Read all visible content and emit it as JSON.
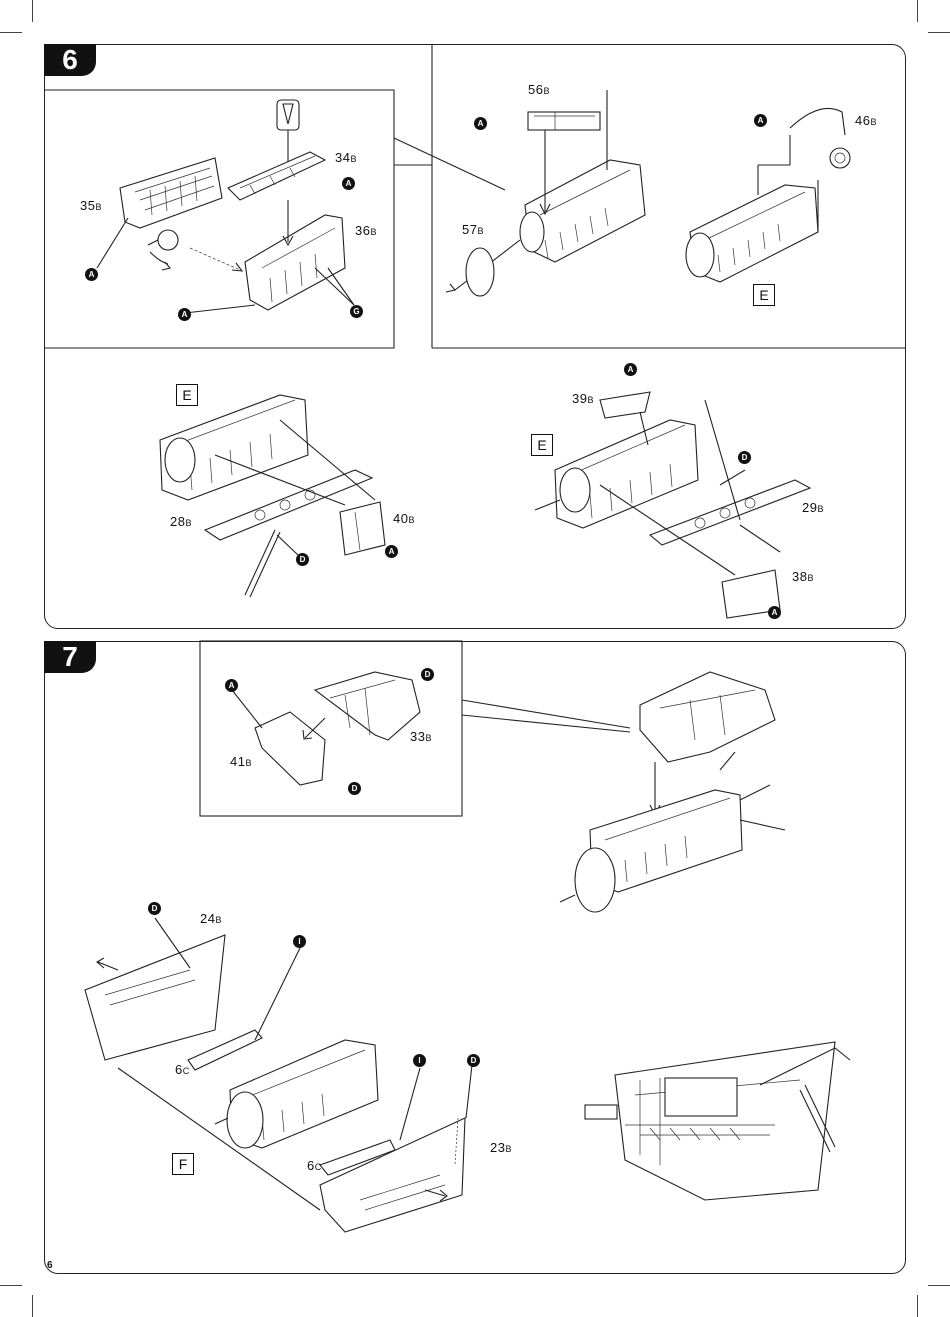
{
  "page_number": "6",
  "steps": [
    {
      "number": "6",
      "parts": [
        {
          "id": "34b",
          "num": "34",
          "suffix": "B"
        },
        {
          "id": "35b",
          "num": "35",
          "suffix": "B"
        },
        {
          "id": "36b",
          "num": "36",
          "suffix": "B"
        },
        {
          "id": "56b",
          "num": "56",
          "suffix": "B"
        },
        {
          "id": "46b",
          "num": "46",
          "suffix": "B"
        },
        {
          "id": "57b",
          "num": "57",
          "suffix": "B"
        },
        {
          "id": "39b",
          "num": "39",
          "suffix": "B"
        },
        {
          "id": "28b",
          "num": "28",
          "suffix": "B"
        },
        {
          "id": "40b",
          "num": "40",
          "suffix": "B"
        },
        {
          "id": "29b",
          "num": "29",
          "suffix": "B"
        },
        {
          "id": "38b",
          "num": "38",
          "suffix": "B"
        }
      ],
      "markers": [
        "A",
        "G",
        "D"
      ],
      "subassembly_labels": [
        "E",
        "E",
        "E"
      ]
    },
    {
      "number": "7",
      "parts": [
        {
          "id": "41b",
          "num": "41",
          "suffix": "B"
        },
        {
          "id": "33b",
          "num": "33",
          "suffix": "B"
        },
        {
          "id": "24b",
          "num": "24",
          "suffix": "B"
        },
        {
          "id": "6c_top",
          "num": "6",
          "suffix": "C"
        },
        {
          "id": "6c_bottom",
          "num": "6",
          "suffix": "C"
        },
        {
          "id": "23b",
          "num": "23",
          "suffix": "B"
        }
      ],
      "markers": [
        "A",
        "D",
        "I"
      ],
      "subassembly_labels": [
        "F"
      ]
    }
  ],
  "marker_glyphs": {
    "a": "A",
    "d": "D",
    "g": "G",
    "i": "I"
  },
  "box_labels": {
    "e": "E",
    "f": "F"
  },
  "colors": {
    "ink": "#111111",
    "paper": "#ffffff"
  }
}
